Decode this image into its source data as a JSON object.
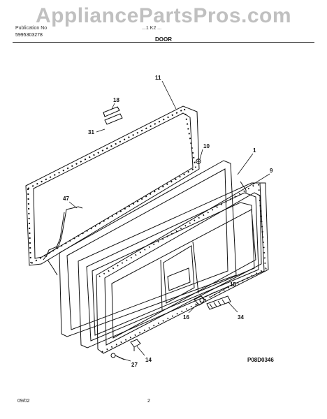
{
  "watermark": "AppliancePartsPros.com",
  "header": {
    "line1": "Publication No",
    "line2": "5995303278",
    "model_fragment": "...1 K2 ...",
    "section_title": "DOOR"
  },
  "callouts": {
    "c11": "11",
    "c18": "18",
    "c31": "31",
    "c10": "10",
    "c1": "1",
    "c9": "9",
    "c47": "47",
    "c15": "15",
    "c16": "16",
    "c34": "34",
    "c14": "14",
    "c27": "27"
  },
  "figure_id": "P08D0346",
  "footer": {
    "date": "09/02",
    "page": "2"
  }
}
